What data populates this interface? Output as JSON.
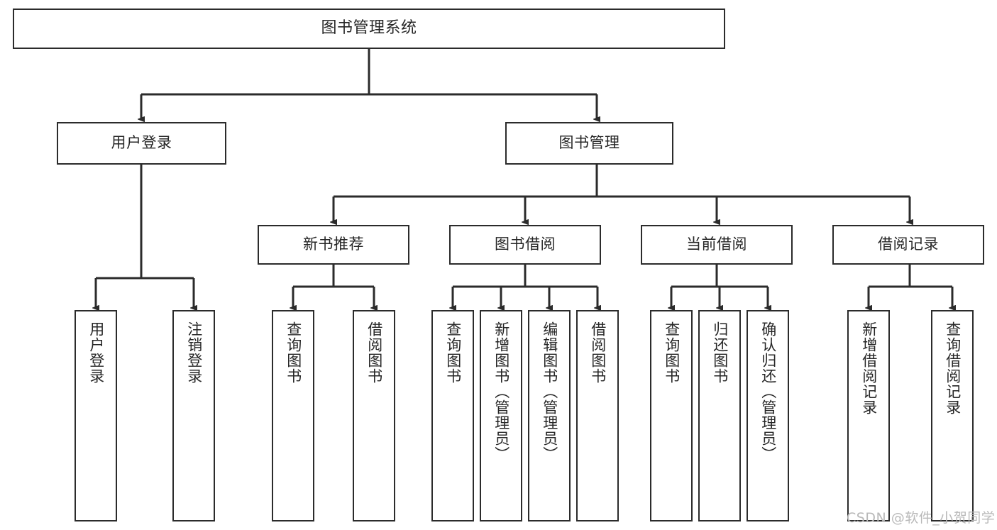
{
  "diagram": {
    "type": "tree",
    "title": "图书管理系统",
    "orientation": "top-down",
    "background_color": "#ffffff",
    "node_border_color": "#2b2b2b",
    "node_fill_color": "#ffffff",
    "text_color": "#262626",
    "edge_color": "#2b2b2b"
  },
  "nodes": {
    "root": {
      "label": "图书管理系统"
    },
    "level1": [
      {
        "id": "user-login",
        "label": "用户登录"
      },
      {
        "id": "book-manage",
        "label": "图书管理"
      }
    ],
    "level2": [
      {
        "id": "new-book-recommend",
        "label": "新书推荐"
      },
      {
        "id": "book-borrow",
        "label": "图书借阅"
      },
      {
        "id": "current-borrow",
        "label": "当前借阅"
      },
      {
        "id": "borrow-record",
        "label": "借阅记录"
      }
    ],
    "leaves": {
      "user_login": [
        {
          "id": "user-login-leaf",
          "label": "用户登录"
        },
        {
          "id": "user-logout-leaf",
          "label": "注销登录"
        }
      ],
      "new_book_recommend": [
        {
          "id": "query-book-1",
          "label": "查询图书"
        },
        {
          "id": "borrow-book-1",
          "label": "借阅图书"
        }
      ],
      "book_borrow": [
        {
          "id": "query-book-2",
          "label": "查询图书"
        },
        {
          "id": "add-book-admin",
          "label": "新增图书（管理员）"
        },
        {
          "id": "edit-book-admin",
          "label": "编辑图书（管理员）"
        },
        {
          "id": "borrow-book-2",
          "label": "借阅图书"
        }
      ],
      "current_borrow": [
        {
          "id": "query-book-3",
          "label": "查询图书"
        },
        {
          "id": "return-book",
          "label": "归还图书"
        },
        {
          "id": "confirm-return-admin",
          "label": "确认归还（管理员）"
        }
      ],
      "borrow_record": [
        {
          "id": "add-borrow-record",
          "label": "新增借阅记录"
        },
        {
          "id": "query-borrow-record",
          "label": "查询借阅记录"
        }
      ]
    }
  },
  "watermark": {
    "text": "CSDN @软件_小贺同学",
    "color": "#b9b9b9"
  }
}
